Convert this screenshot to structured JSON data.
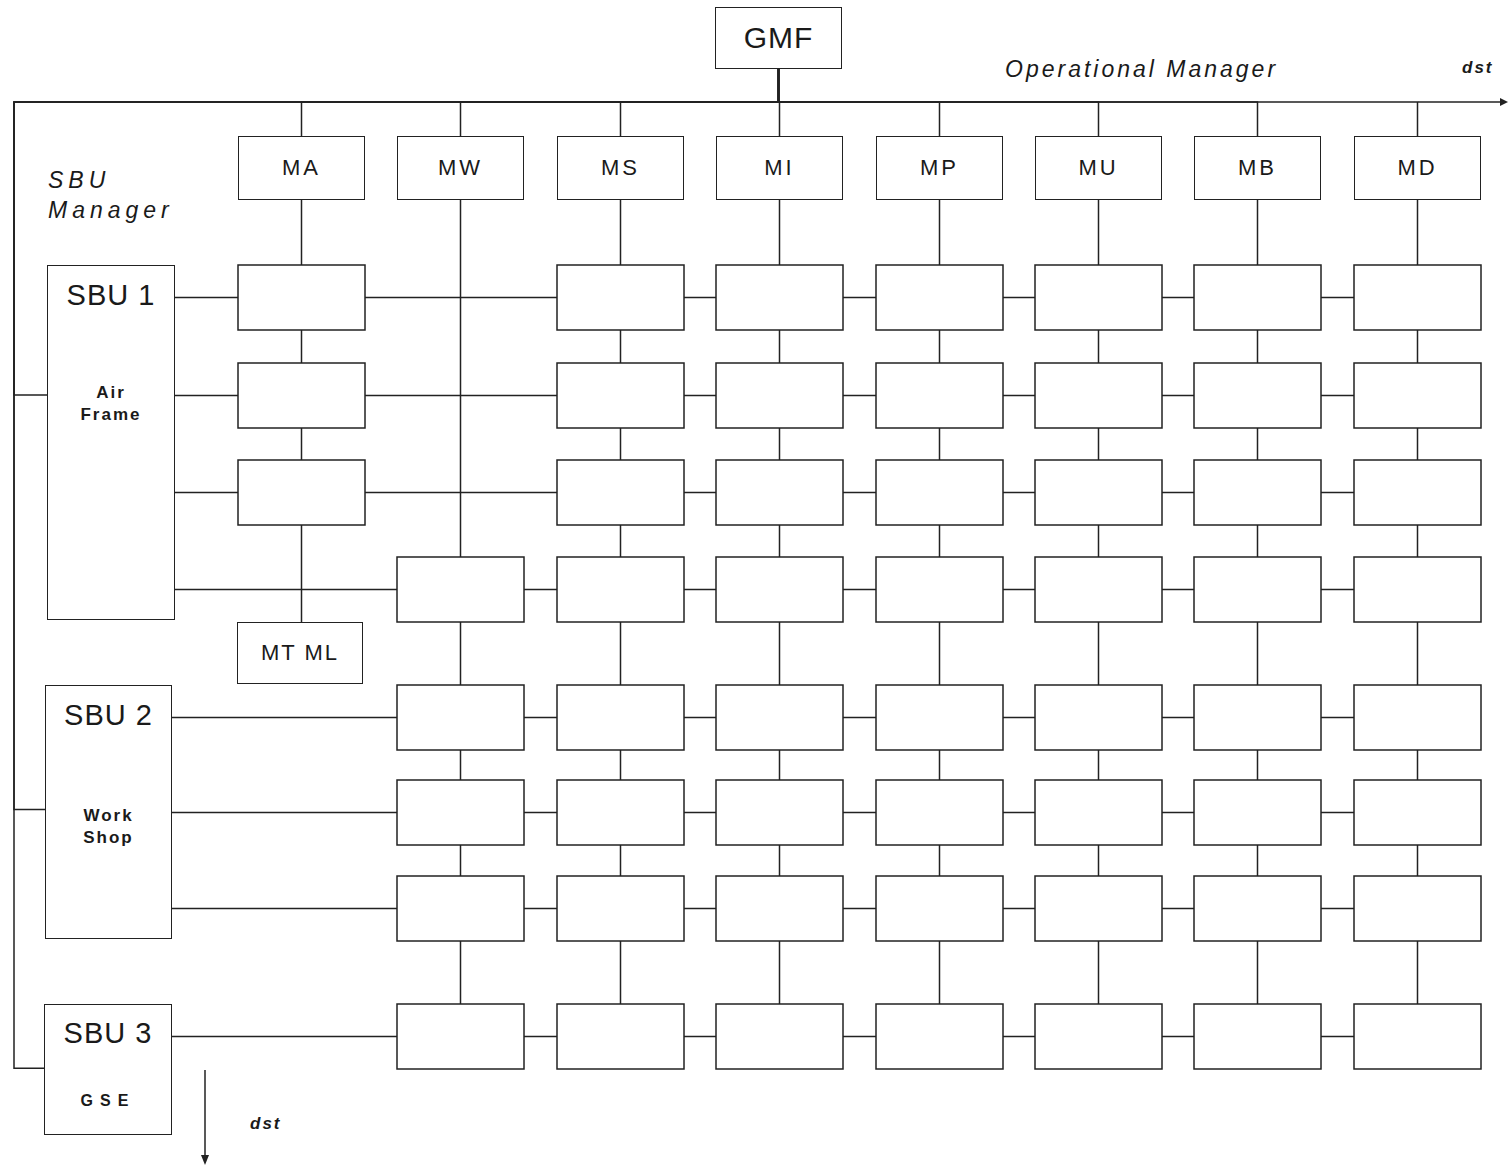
{
  "diagram": {
    "nodes": [
      {
        "text": [
          "GMF"
        ]
      },
      {
        "text": [
          "MA"
        ]
      },
      {
        "text": [
          "MW"
        ]
      },
      {
        "text": [
          "MS"
        ]
      },
      {
        "text": [
          "MI"
        ]
      },
      {
        "text": [
          "MP"
        ]
      },
      {
        "text": [
          "MU"
        ]
      },
      {
        "text": [
          "MB"
        ]
      },
      {
        "text": [
          "MD"
        ]
      },
      {
        "text": [
          "SBU 1",
          "Air Frame"
        ]
      },
      {
        "text": [
          "MT ML"
        ]
      },
      {
        "text": [
          "SBU 2",
          "Work Shop"
        ]
      },
      {
        "text": [
          "SBU 3",
          "GSE"
        ]
      }
    ],
    "edges": [
      {
        "from": 0,
        "to": 1,
        "arrow": "none"
      },
      {
        "from": 0,
        "to": 2,
        "arrow": "none"
      },
      {
        "from": 0,
        "to": 3,
        "arrow": "none"
      },
      {
        "from": 0,
        "to": 4,
        "arrow": "none"
      },
      {
        "from": 0,
        "to": 5,
        "arrow": "none"
      },
      {
        "from": 0,
        "to": 6,
        "arrow": "none"
      },
      {
        "from": 0,
        "to": 7,
        "arrow": "none"
      },
      {
        "from": 0,
        "to": 8,
        "arrow": "none"
      },
      {
        "from": 0,
        "to": 9,
        "arrow": "none"
      },
      {
        "from": 0,
        "to": 11,
        "arrow": "none"
      },
      {
        "from": 0,
        "to": 12,
        "arrow": "none"
      },
      {
        "from": 1,
        "to": 10,
        "arrow": "none"
      }
    ],
    "labels": [
      "Operational Manager",
      "dst",
      "SBU Manager",
      "dst"
    ]
  }
}
